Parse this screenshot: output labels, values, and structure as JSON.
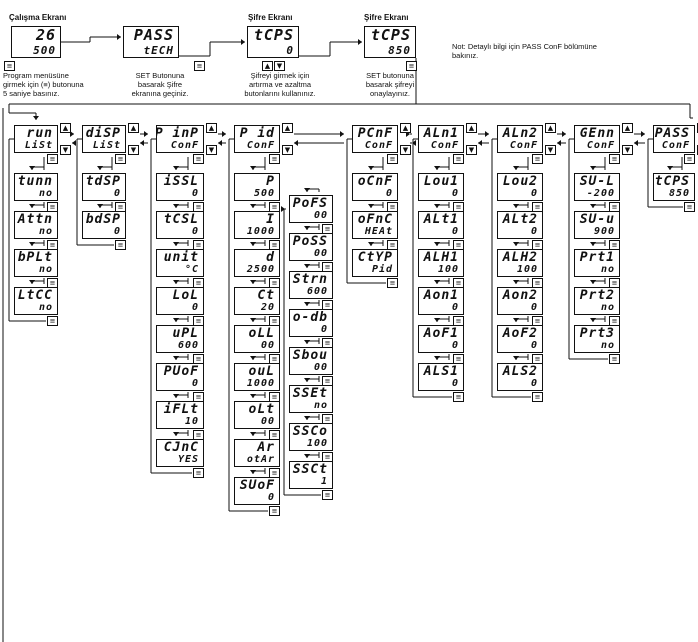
{
  "titles": {
    "work": "Çalışma Ekranı",
    "password1": "Şifre Ekranı",
    "password2": "Şifre Ekranı"
  },
  "top_screens": {
    "work": {
      "line1": "26",
      "line2": "500"
    },
    "pass": {
      "line1": "PASS",
      "line2": "tECH"
    },
    "pw_entry": {
      "line1": "tCPS",
      "line2": "0"
    },
    "pw_confirm": {
      "line1": "tCPS",
      "line2": "850"
    }
  },
  "captions": {
    "work": [
      "Program menüsüne",
      "girmek için (≡) butonuna",
      "5 saniye basınız."
    ],
    "pass": [
      "SET Butonuna",
      "basarak Şifre",
      "ekranına geçiniz."
    ],
    "pw_entry": [
      "Şifreyi girmek için",
      "artırma ve azaltma",
      "butonlarını kullanınız."
    ],
    "pw_confirm": [
      "SET butonuna",
      "basarak şifreyi",
      "onaylayınız."
    ],
    "note": [
      "Not: Detaylı bilgi için PASS ConF bölümüne",
      "bakınız."
    ]
  },
  "menus": [
    {
      "id": "run",
      "header": {
        "line1": "run",
        "line2": "LiSt"
      },
      "items": [
        {
          "line1": "tunn",
          "line2": "no"
        },
        {
          "line1": "Attn",
          "line2": "no"
        },
        {
          "line1": "bPLt",
          "line2": "no"
        },
        {
          "line1": "LtCC",
          "line2": "no"
        }
      ]
    },
    {
      "id": "disp",
      "header": {
        "line1": "diSP",
        "line2": "LiSt"
      },
      "items": [
        {
          "line1": "tdSP",
          "line2": "0"
        },
        {
          "line1": "bdSP",
          "line2": "0"
        }
      ]
    },
    {
      "id": "inp",
      "header": {
        "line1": "P inP",
        "line2": "ConF"
      },
      "items": [
        {
          "line1": "iSSL",
          "line2": "0"
        },
        {
          "line1": "tCSL",
          "line2": "0"
        },
        {
          "line1": "unit",
          "line2": "°C"
        },
        {
          "line1": "LoL",
          "line2": "0"
        },
        {
          "line1": "uPL",
          "line2": "600"
        },
        {
          "line1": "PUoF",
          "line2": "0"
        },
        {
          "line1": "iFLt",
          "line2": "10"
        },
        {
          "line1": "CJnC",
          "line2": "YES"
        }
      ]
    },
    {
      "id": "pid",
      "header": {
        "line1": "P id",
        "line2": "ConF"
      },
      "items": [
        {
          "line1": "P",
          "line2": "500"
        },
        {
          "line1": "I",
          "line2": "1000"
        },
        {
          "line1": "d",
          "line2": "2500"
        },
        {
          "line1": "Ct",
          "line2": "20"
        },
        {
          "line1": "oLL",
          "line2": "00"
        },
        {
          "line1": "ouL",
          "line2": "1000"
        },
        {
          "line1": "oLt",
          "line2": "00"
        },
        {
          "line1": "Ar",
          "line2": "otAr"
        },
        {
          "line1": "SUoF",
          "line2": "0"
        }
      ]
    },
    {
      "id": "pid2",
      "header": null,
      "items": [
        {
          "line1": "PoFS",
          "line2": "00"
        },
        {
          "line1": "PoSS",
          "line2": "00"
        },
        {
          "line1": "Strn",
          "line2": "600"
        },
        {
          "line1": "o-db",
          "line2": "0"
        },
        {
          "line1": "Sbou",
          "line2": "00"
        },
        {
          "line1": "SSEt",
          "line2": "no"
        },
        {
          "line1": "SSCo",
          "line2": "100"
        },
        {
          "line1": "SSCt",
          "line2": "1"
        }
      ]
    },
    {
      "id": "pcnf",
      "header": {
        "line1": "PCnF",
        "line2": "ConF"
      },
      "items": [
        {
          "line1": "oCnF",
          "line2": "0"
        },
        {
          "line1": "oFnC",
          "line2": "HEAt"
        },
        {
          "line1": "CtYP",
          "line2": "Pid"
        }
      ]
    },
    {
      "id": "aln1",
      "header": {
        "line1": "ALn1",
        "line2": "ConF"
      },
      "items": [
        {
          "line1": "Lou1",
          "line2": "0"
        },
        {
          "line1": "ALt1",
          "line2": "0"
        },
        {
          "line1": "ALH1",
          "line2": "100"
        },
        {
          "line1": "Aon1",
          "line2": "0"
        },
        {
          "line1": "AoF1",
          "line2": "0"
        },
        {
          "line1": "ALS1",
          "line2": "0"
        }
      ]
    },
    {
      "id": "aln2",
      "header": {
        "line1": "ALn2",
        "line2": "ConF"
      },
      "items": [
        {
          "line1": "Lou2",
          "line2": "0"
        },
        {
          "line1": "ALt2",
          "line2": "0"
        },
        {
          "line1": "ALH2",
          "line2": "100"
        },
        {
          "line1": "Aon2",
          "line2": "0"
        },
        {
          "line1": "AoF2",
          "line2": "0"
        },
        {
          "line1": "ALS2",
          "line2": "0"
        }
      ]
    },
    {
      "id": "genn",
      "header": {
        "line1": "GEnn",
        "line2": "ConF"
      },
      "items": [
        {
          "line1": "SU-L",
          "line2": "-200"
        },
        {
          "line1": "SU-u",
          "line2": "900"
        },
        {
          "line1": "Prt1",
          "line2": "no"
        },
        {
          "line1": "Prt2",
          "line2": "no"
        },
        {
          "line1": "Prt3",
          "line2": "no"
        }
      ]
    },
    {
      "id": "pass",
      "header": {
        "line1": "PASS",
        "line2": "ConF"
      },
      "items": [
        {
          "line1": "tCPS",
          "line2": "850"
        }
      ]
    }
  ],
  "icons": {
    "set": "set-button-icon",
    "up": "up-arrow-button-icon",
    "down": "down-arrow-button-icon"
  }
}
